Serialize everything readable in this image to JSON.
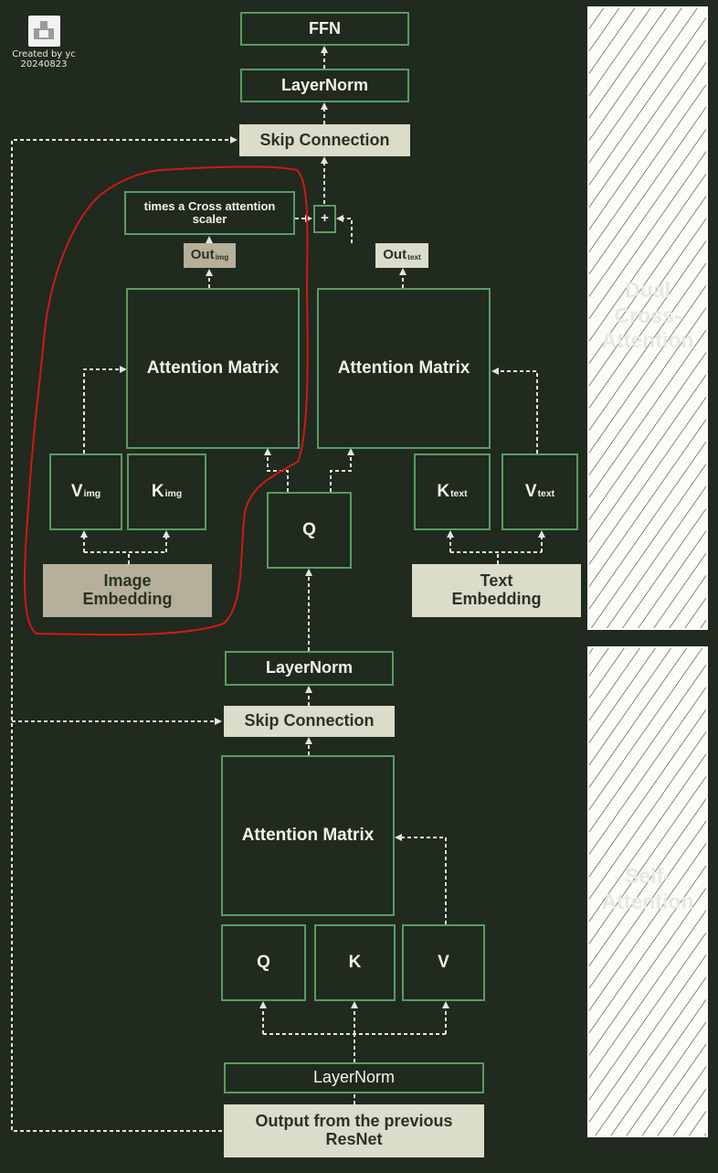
{
  "credit": {
    "line1": "Created by yc",
    "line2": "20240823"
  },
  "top": {
    "ffn": "FFN",
    "layernorm": "LayerNorm",
    "skip": "Skip Connection"
  },
  "cross": {
    "scaler": "times a Cross attention scaler",
    "plus": "+",
    "out_img": "Out",
    "out_img_sub": "img",
    "out_text": "Out",
    "out_text_sub": "text",
    "attn_img": "Attention Matrix",
    "attn_text": "Attention Matrix",
    "v_img": "V",
    "v_img_sub": "img",
    "k_img": "K",
    "k_img_sub": "img",
    "q": "Q",
    "k_text": "K",
    "k_text_sub": "text",
    "v_text": "V",
    "v_text_sub": "text",
    "image_embedding": "Image Embedding",
    "text_embedding": "Text Embedding"
  },
  "self": {
    "layernorm_mid": "LayerNorm",
    "skip": "Skip Connection",
    "attn": "Attention Matrix",
    "q": "Q",
    "k": "K",
    "v": "V",
    "layernorm_bottom": "LayerNorm",
    "input": "Output from the previous ResNet"
  },
  "labels": {
    "dual": "Dual Cross-Attention",
    "self": "Self-Attention"
  },
  "colors": {
    "background": "#202a1f",
    "box_border": "#5a9b62",
    "light_fill": "#dcdccb",
    "tan_fill": "#b6b09a",
    "highlight": "#d01818"
  }
}
